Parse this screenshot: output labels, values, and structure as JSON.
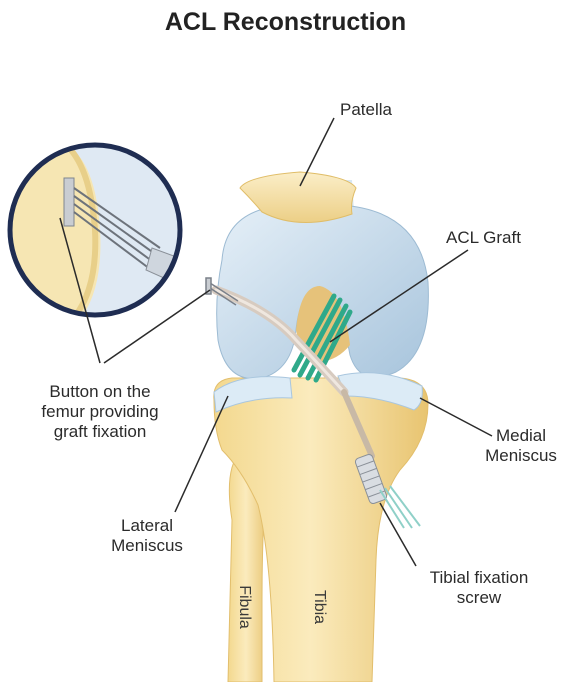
{
  "title": "ACL Reconstruction",
  "labels": {
    "patella": "Patella",
    "acl_graft": "ACL Graft",
    "button_lines": [
      "Button on the",
      "femur providing",
      "graft fixation"
    ],
    "medial_meniscus_lines": [
      "Medial",
      "Meniscus"
    ],
    "lateral_meniscus_lines": [
      "Lateral",
      "Meniscus"
    ],
    "tibial_screw_lines": [
      "Tibial fixation",
      "screw"
    ],
    "fibula": "Fibula",
    "tibia": "Tibia"
  },
  "colors": {
    "bone": "#f7e3a6",
    "bone_shadow": "#e9c777",
    "cartilage": "#cfe3f1",
    "cartilage_shadow": "#a9c6de",
    "meniscus": "#dcebf6",
    "graft": "#2fa98a",
    "leader": "#2b2b2b",
    "inset_ring": "#1f2d52"
  }
}
